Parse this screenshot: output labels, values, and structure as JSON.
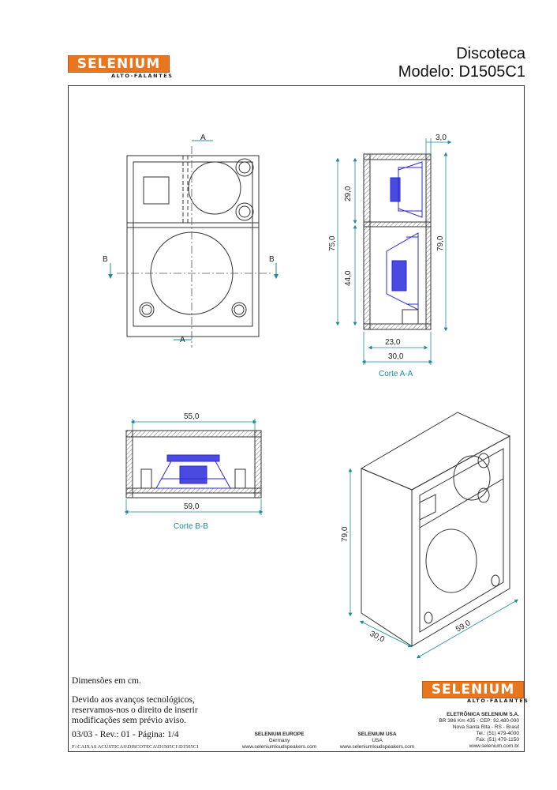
{
  "header": {
    "logo_text": "SELENIUM",
    "logo_subtitle": "ALTO-FALANTES",
    "title_line1": "Discoteca",
    "title_line2": "Modelo: D1505C1"
  },
  "drawing": {
    "front": {
      "label_A_top": "A",
      "label_A_bottom": "A",
      "label_B_left": "B",
      "label_B_right": "B"
    },
    "section_aa": {
      "dims": {
        "top_wall": "3,0",
        "upper": "29,0",
        "total_inner": "75,0",
        "lower": "44,0",
        "total_height": "79,0",
        "inner_depth": "23,0",
        "depth": "30,0"
      },
      "caption": "Corte A-A"
    },
    "section_bb": {
      "dims": {
        "inner_width": "55,0",
        "width": "59,0"
      },
      "caption": "Corte B-B"
    },
    "iso": {
      "dims": {
        "height": "79,0",
        "depth": "30,0",
        "width": "59,0"
      }
    }
  },
  "notes": {
    "units": "Dimensões em cm.",
    "disclaimer": [
      "Devido aos avanços tecnológicos,",
      "reservamos-nos o direito de inserir",
      "modificações sem prévio aviso."
    ],
    "revision": "03/03 - Rev.: 01 - Página: 1/4",
    "file_path": "F:\\CAIXAS ACÚSTICAS\\DISCOTECA\\D1505C1\\D1505C1"
  },
  "footer": {
    "europe_title": "SELENIUM EUROPE",
    "europe_country": "Germany",
    "europe_site": "www.seleniumloudspeakers.com",
    "usa_title": "SELENIUM USA",
    "usa_country": "USA",
    "usa_site": "www.seleniumloudspeakers.com",
    "company": "ELETRÔNICA SELENIUM S.A.",
    "address1": "BR 386 Km 435 - CEP: 92.480-000",
    "address2": "Nova Santa Rita - RS - Brasil",
    "tel": "Tel.: (51) 479-4000",
    "fax": "Fax: (51) 479-1150",
    "site": "www.selenium.com.br"
  },
  "colors": {
    "brand": "#e8761e",
    "speaker": "#2a2ad0",
    "line": "#333333",
    "dimension": "#1c8a9a"
  }
}
